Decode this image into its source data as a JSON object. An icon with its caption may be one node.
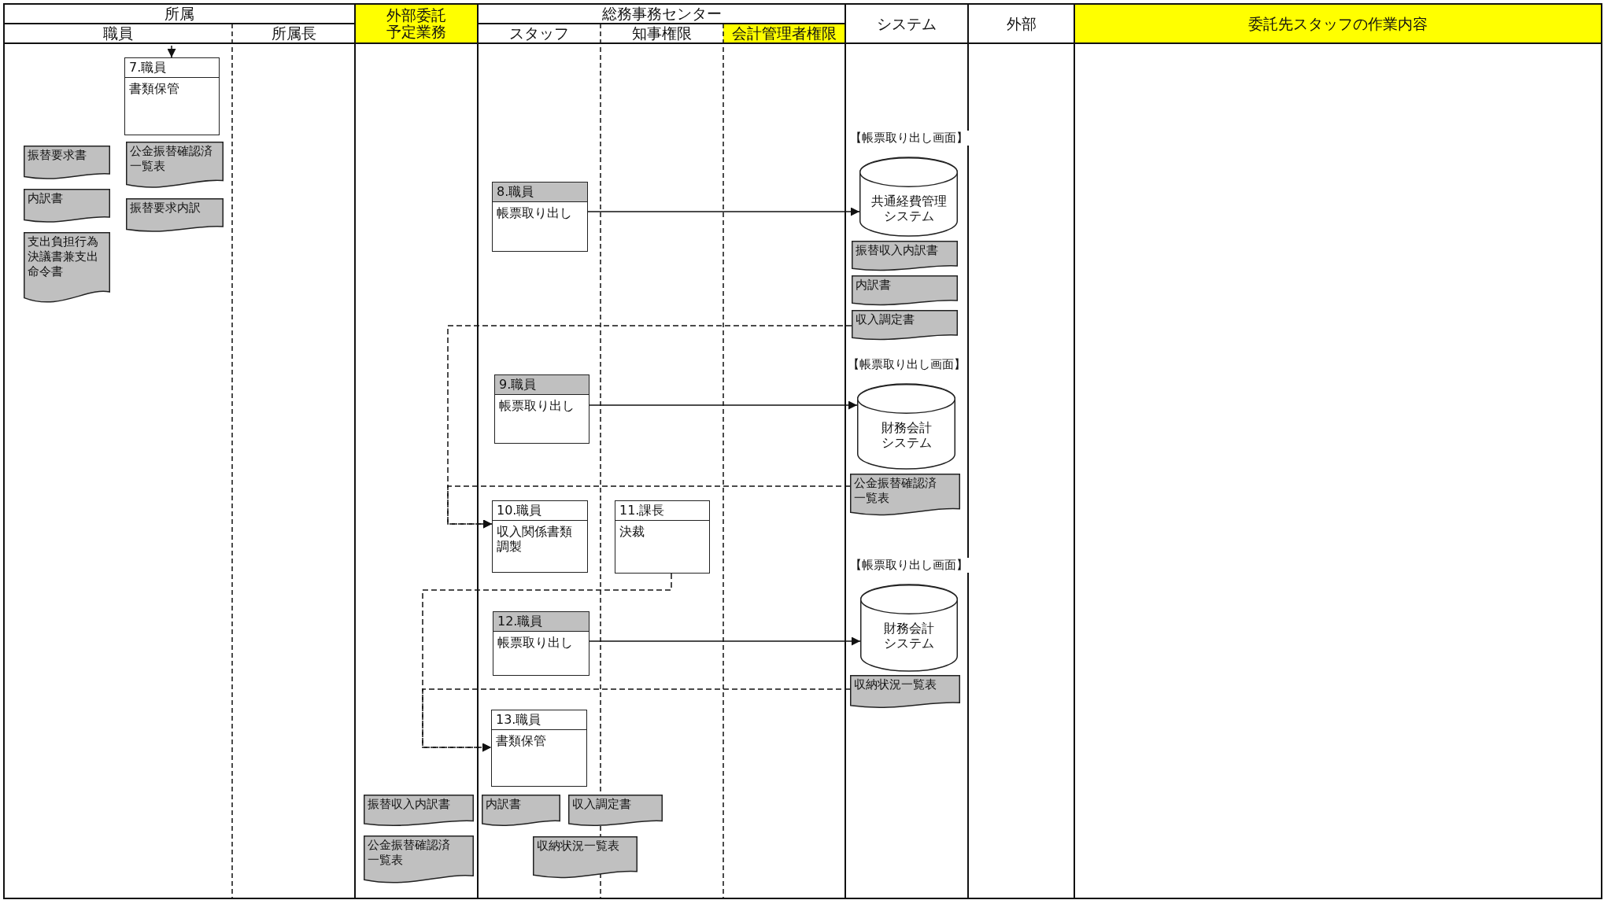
{
  "diagram": {
    "nodes": [
      {
        "text": [
          "7.職員",
          "書類保管"
        ]
      },
      {
        "text": [
          "公金振替確認済一覧表"
        ]
      },
      {
        "text": [
          "振替要求内訳"
        ]
      },
      {
        "text": [
          "振替要求書"
        ]
      },
      {
        "text": [
          "内訳書"
        ]
      },
      {
        "text": [
          "支出負担行為決議書兼支出命令書"
        ]
      },
      {
        "text": [
          "8.職員",
          "帳票取り出し"
        ]
      },
      {
        "text": [
          "共通経費管理システム"
        ],
        "beside": [
          "【帳票取り出し画面】"
        ]
      },
      {
        "text": [
          "振替収入内訳書"
        ]
      },
      {
        "text": [
          "内訳書"
        ]
      },
      {
        "text": [
          "収入調定書"
        ]
      },
      {
        "text": [
          "9.職員",
          "帳票取り出し"
        ]
      },
      {
        "text": [
          "財務会計システム"
        ],
        "beside": [
          "【帳票取り出し画面】"
        ]
      },
      {
        "text": [
          "公金振替確認済一覧表"
        ]
      },
      {
        "text": [
          "10.職員",
          "収入関係書類調製"
        ]
      },
      {
        "text": [
          "11.課長",
          "決裁"
        ]
      },
      {
        "text": [
          "12.職員",
          "帳票取り出し"
        ]
      },
      {
        "text": [
          "財務会計システム"
        ],
        "beside": [
          "【帳票取り出し画面】"
        ]
      },
      {
        "text": [
          "収納状況一覧表"
        ]
      },
      {
        "text": [
          "13.職員",
          "書類保管"
        ]
      },
      {
        "text": [
          "振替収入内訳書"
        ]
      },
      {
        "text": [
          "内訳書"
        ]
      },
      {
        "text": [
          "収入調定書"
        ]
      },
      {
        "text": [
          "公金振替確認済一覧表"
        ]
      },
      {
        "text": [
          "収納状況一覧表"
        ]
      }
    ],
    "edges": [
      {
        "from": null,
        "to": 0,
        "arrow": "to"
      },
      {
        "from": 6,
        "to": 7,
        "arrow": "to"
      },
      {
        "from": 10,
        "to": 14,
        "arrow": "to",
        "style": "dashed"
      },
      {
        "from": 13,
        "to": 14,
        "arrow": "to",
        "style": "dashed"
      },
      {
        "from": 11,
        "to": 12,
        "arrow": "to"
      },
      {
        "from": 15,
        "to": 19,
        "arrow": "to",
        "style": "dashed"
      },
      {
        "from": 18,
        "to": 19,
        "arrow": "to",
        "style": "dashed"
      },
      {
        "from": 16,
        "to": 17,
        "arrow": "to"
      }
    ],
    "labels": [
      "所属",
      "外部委託予定業務",
      "総務事務センター",
      "システム",
      "外部",
      "委託先スタッフの作業内容",
      "職員",
      "所属長",
      "スタッフ",
      "知事権限",
      "会計管理者権限"
    ]
  }
}
